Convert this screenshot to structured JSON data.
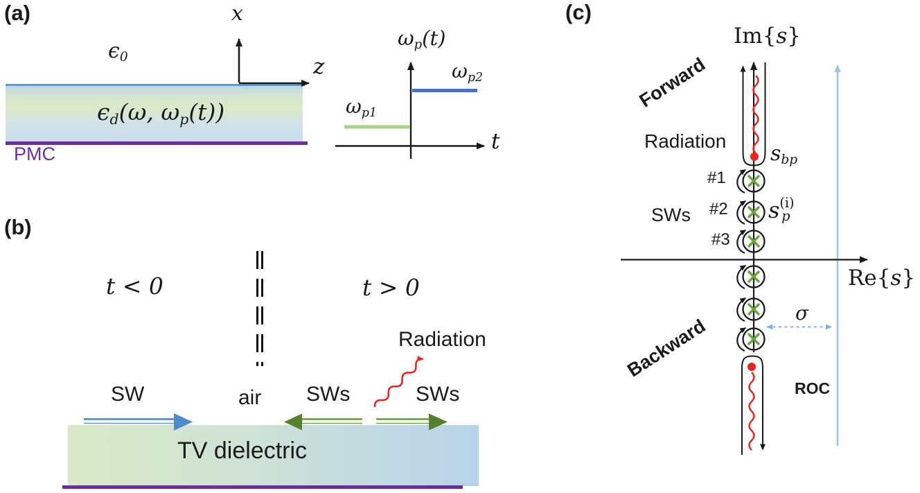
{
  "figure": {
    "panel_a": {
      "label": "(a)",
      "x_axis_label": "x",
      "z_axis_label": "z",
      "medium_above": {
        "base": "ϵ",
        "sub": "0"
      },
      "slab_permittivity": {
        "base": "ϵ",
        "sub": "d",
        "mid": "(ω, ω",
        "sub2": "p",
        "end": "(t))"
      },
      "boundary_label": "PMC",
      "step_plot": {
        "y_axis_label": {
          "base": "ω",
          "sub": "p",
          "end": "(t)"
        },
        "x_axis_label": "t",
        "level_before": {
          "base": "ω",
          "sub": "p1"
        },
        "level_after": {
          "base": "ω",
          "sub": "p2"
        }
      }
    },
    "panel_b": {
      "label": "(b)",
      "before_label": "t < 0",
      "after_label": "t > 0",
      "radiation_label": "Radiation",
      "sw_label": "SW",
      "air_label": "air",
      "sws_left_label": "SWs",
      "sws_right_label": "SWs",
      "slab_label": "TV dielectric"
    },
    "panel_c": {
      "label": "(c)",
      "im_axis": {
        "prefix": "Im{",
        "variable": "s",
        "suffix": "}"
      },
      "re_axis": {
        "prefix": "Re{",
        "variable": "s",
        "suffix": "}"
      },
      "forward_label": "Forward",
      "backward_label": "Backward",
      "radiation_label": "Radiation",
      "branch_point": {
        "base": "s",
        "sub": "bp"
      },
      "sws_label": "SWs",
      "pole_labels": [
        "#1",
        "#2",
        "#3"
      ],
      "pole_symbol": {
        "base": "s",
        "sup": "(i)",
        "sub": "p"
      },
      "sigma_label": "σ",
      "roc_label": "ROC"
    },
    "colors": {
      "accent_blue": "#5b9bd5",
      "step_blue": "#4472c4",
      "step_green": "#a9d18e",
      "arrow_green": "#6ea83f",
      "arrow_green_dark": "#55802c",
      "radiation_red": "#e8251f",
      "pole_cross_green": "#6aa341",
      "roc_blue": "#9cc3e5",
      "pmc_purple": "#7030a0"
    }
  }
}
